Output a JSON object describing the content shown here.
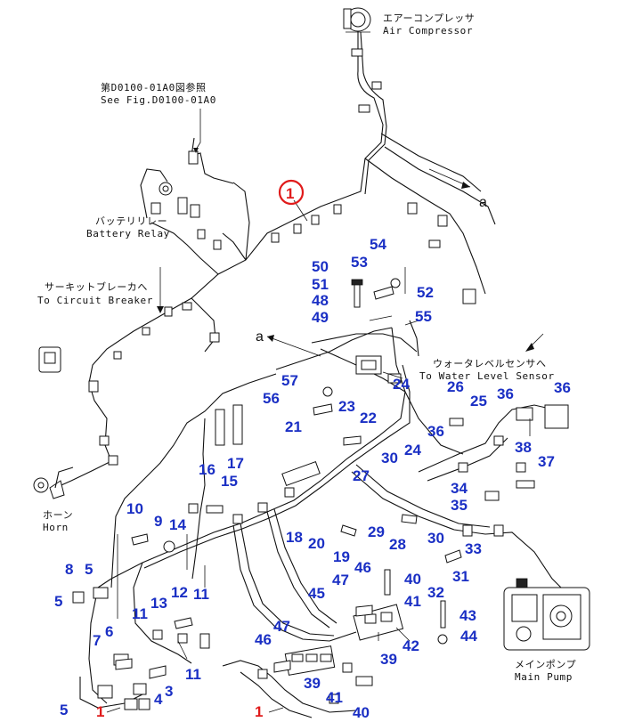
{
  "labels": {
    "air_compressor_jp": "エアーコンプレッサ",
    "air_compressor_en": "Air Compressor",
    "see_fig_jp": "第D0100-01A0図参照",
    "see_fig_en": "See Fig.D0100-01A0",
    "battery_relay_jp": "バッテリリレー",
    "battery_relay_en": "Battery Relay",
    "circuit_breaker_jp": "サーキットブレーカへ",
    "circuit_breaker_en": "To Circuit Breaker",
    "water_level_jp": "ウォータレベルセンサへ",
    "water_level_en": "To Water Level Sensor",
    "horn_jp": "ホーン",
    "horn_en": "Horn",
    "main_pump_jp": "メインポンプ",
    "main_pump_en": "Main Pump",
    "ref_a_1": "a",
    "ref_a_2": "a"
  },
  "circled_callout": "1",
  "callouts_red": [
    "1",
    "1"
  ],
  "callouts_blue": [
    "54",
    "53",
    "50",
    "51",
    "52",
    "48",
    "49",
    "55",
    "57",
    "56",
    "24",
    "26",
    "25",
    "36",
    "36",
    "23",
    "22",
    "21",
    "36",
    "38",
    "24",
    "30",
    "37",
    "17",
    "16",
    "15",
    "27",
    "34",
    "35",
    "10",
    "9",
    "14",
    "18",
    "20",
    "29",
    "28",
    "30",
    "33",
    "19",
    "31",
    "8",
    "5",
    "46",
    "40",
    "47",
    "45",
    "5",
    "12",
    "11",
    "41",
    "32",
    "43",
    "11",
    "13",
    "7",
    "6",
    "46",
    "47",
    "42",
    "44",
    "39",
    "11",
    "3",
    "4",
    "39",
    "41",
    "5",
    "40"
  ],
  "colors": {
    "callout_blue": "#1a2fc4",
    "callout_red": "#e01b1b",
    "line": "#111111"
  }
}
